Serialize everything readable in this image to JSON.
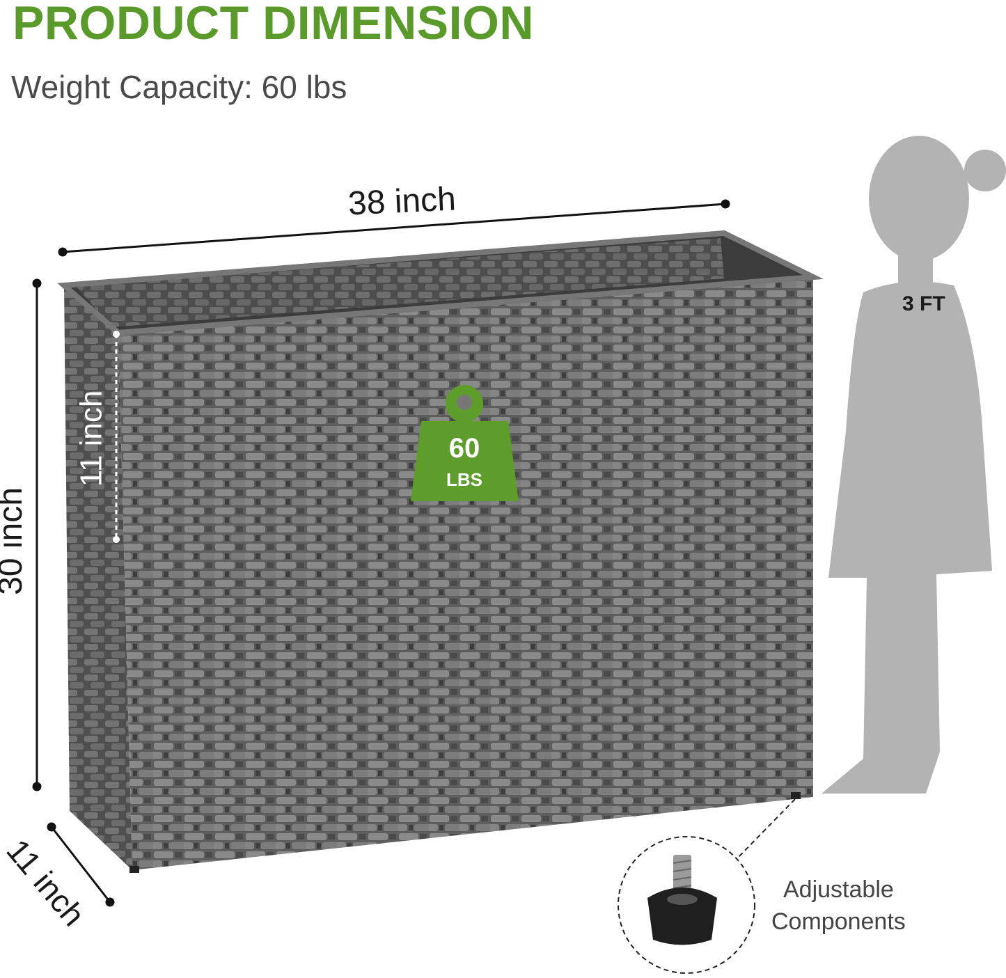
{
  "header": {
    "title": "PRODUCT DIMENSION",
    "subtitle": "Weight Capacity: 60 lbs"
  },
  "dimensions": {
    "width": "38 inch",
    "height": "30 inch",
    "depth": "11 inch",
    "inner_depth": "11 inch"
  },
  "badge": {
    "value": "60",
    "unit": "LBS",
    "icon": "weight-icon"
  },
  "reference": {
    "height_label": "3 FT",
    "icon": "child-silhouette-icon"
  },
  "callout": {
    "line1": "Adjustable",
    "line2": "Components",
    "icon": "adjustable-foot-icon"
  },
  "colors": {
    "accent": "#5a9a2a",
    "wicker": "#6e6e6e",
    "silhouette": "#b3b3b3",
    "text": "#4a4a4a"
  }
}
